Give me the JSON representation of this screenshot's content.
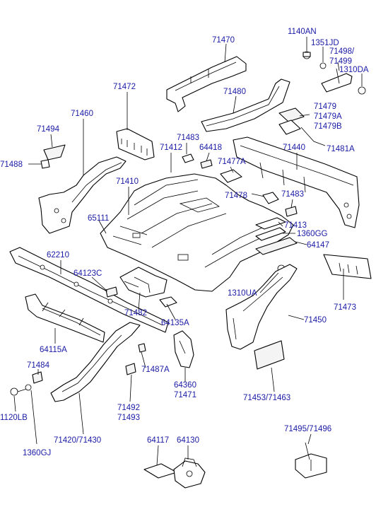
{
  "diagram": {
    "labels": {
      "p1140AN": "1140AN",
      "p1351JD": "1351JD",
      "p71498_71499": "71498/\n71499",
      "p1310DA": "1310DA",
      "p71470": "71470",
      "p71472": "71472",
      "p71480": "71480",
      "p71479": "71479\n71479A\n71479B",
      "p71460": "71460",
      "p71494": "71494",
      "p71488": "71488",
      "p71483a": "71483",
      "p71412": "71412",
      "p64418": "64418",
      "p71440": "71440",
      "p71481A": "71481A",
      "p71477A": "71477A",
      "p71410": "71410",
      "p71478": "71478",
      "p71483b": "71483",
      "p65111": "65111",
      "p71413": "71413",
      "p1360GG": "1360GG",
      "p64147": "64147",
      "p62210": "62210",
      "p64123C": "64123C",
      "p1310UA": "1310UA",
      "p71473": "71473",
      "p71482": "71482",
      "p64135A": "64135A",
      "p71450": "71450",
      "p64115A": "64115A",
      "p71484": "71484",
      "p71487A": "71487A",
      "p64360_71471": "64360\n71471",
      "p71453_71463": "71453/71463",
      "p1120LB": "1120LB",
      "p71492_71493": "71492\n71493",
      "p1360GJ": "1360GJ",
      "p71420_71430": "71420/71430",
      "p71495_71496": "71495/71496",
      "p64117": "64117",
      "p64130": "64130"
    }
  }
}
